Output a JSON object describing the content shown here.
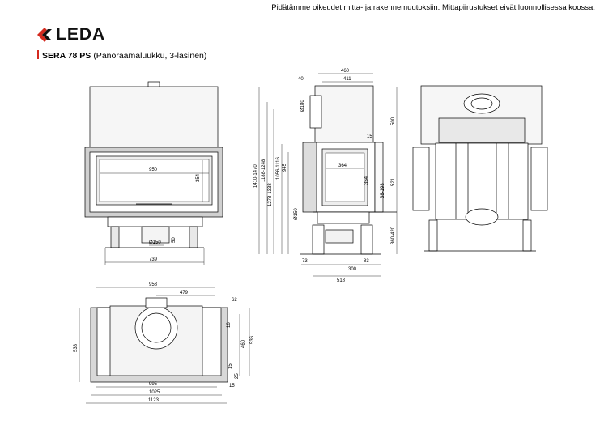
{
  "header": {
    "disclaimer": "Pidätämme oikeudet mitta- ja rakennemuutoksiin. Mittapiirustukset eivät luonnollisessa koossa.",
    "brand": "LEDA",
    "model_name": "SERA 78 PS",
    "model_desc": "(Panoraamaluukku, 3-lasinen)",
    "accent_color": "#d42a1f"
  },
  "dimensions": {
    "front": {
      "width_950": "950",
      "height_354": "354",
      "flue_150": "Ø150",
      "dim_50": "50",
      "width_739": "739"
    },
    "side": {
      "d460": "460",
      "d411": "411",
      "d40": "40",
      "d180": "Ø180",
      "d500": "500",
      "d15": "15",
      "d364": "364",
      "d354": "354",
      "d521": "521",
      "d38_198": "38-198",
      "d150": "Ø150",
      "d360_420": "360-420",
      "v1410_1470": "1410-1470",
      "v1188_1248": "1188-1248",
      "v1278_1338": "1278-1338",
      "v1056_1116": "1056-1116",
      "v945": "945",
      "d73": "73",
      "d83": "83",
      "d300": "300",
      "d518": "518"
    },
    "plan": {
      "d958": "958",
      "d479": "479",
      "d62": "62",
      "d16": "16",
      "d460": "460",
      "d536": "536",
      "d538": "538",
      "d15a": "15",
      "d25": "25",
      "d995": "995",
      "d1025": "1025",
      "d15b": "15",
      "d1123": "1123"
    }
  }
}
